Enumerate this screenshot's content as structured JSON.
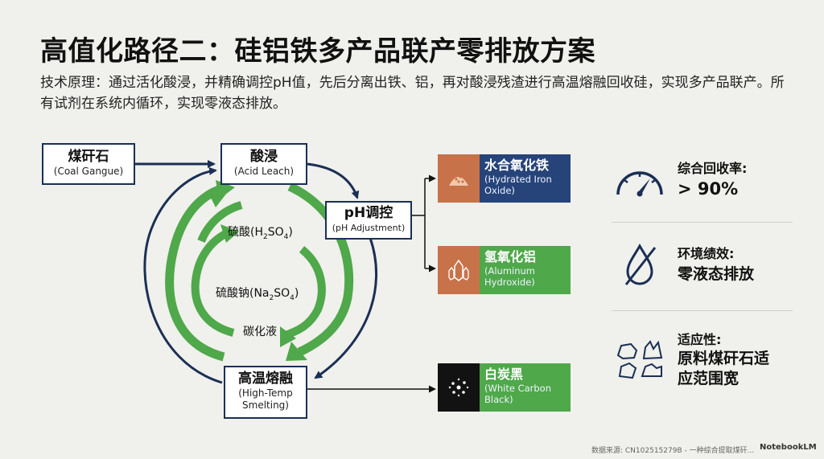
{
  "title": "高值化路径二：硅铝铁多产品联产零排放方案",
  "description": "技术原理：通过活化酸浸，并精确调控pH值，先后分离出铁、铝，再对酸浸残渣进行高温熔融回收硅，实现多产品联产。所有试剂在系统内循环，实现零液态排放。",
  "nodes": {
    "gangue": {
      "zh": "煤矸石",
      "en": "(Coal Gangue)"
    },
    "leach": {
      "zh": "酸浸",
      "en": "(Acid Leach)"
    },
    "ph": {
      "zh": "pH调控",
      "en": "(pH Adjustment)"
    },
    "smelt": {
      "zh": "高温熔融",
      "en1": "(High-Temp",
      "en2": "Smelting)"
    }
  },
  "cycle_labels": {
    "h2so4_prefix": "硫酸(H",
    "h2so4_sub1": "2",
    "h2so4_mid": "SO",
    "h2so4_sub2": "4",
    "h2so4_suffix": ")",
    "na2so4_prefix": "硫酸钠(Na",
    "na2so4_sub1": "2",
    "na2so4_mid": "SO",
    "na2so4_sub2": "4",
    "na2so4_suffix": ")",
    "carbon": "碳化液"
  },
  "products": [
    {
      "zh": "水合氧化铁",
      "en1": "(Hydrated Iron",
      "en2": "Oxide)",
      "icon": "sand-pile-icon"
    },
    {
      "zh": "氢氧化铝",
      "en1": "(Aluminum",
      "en2": "Hydroxide)",
      "icon": "crystal-icon"
    },
    {
      "zh": "白炭黑",
      "en1": "(White Carbon",
      "en2": "Black)",
      "icon": "particles-icon"
    }
  ],
  "metrics": [
    {
      "label": "综合回收率:",
      "value": "> 90%",
      "icon": "gauge-icon"
    },
    {
      "label": "环境绩效:",
      "value": "零液态排放",
      "icon": "no-liquid-drop-icon"
    },
    {
      "label": "适应性:",
      "value1": "原料煤矸石适",
      "value2": "应范围宽",
      "icon": "rocks-icon"
    }
  ],
  "footer": "数据来源: CN102515279B - 一种综合提取煤矸...",
  "brand": "NotebookLM",
  "colors": {
    "navy": "#1b2f55",
    "green": "#4fa84a",
    "orange": "#c8724a",
    "blue_box": "#26447a",
    "black_box": "#121212"
  }
}
